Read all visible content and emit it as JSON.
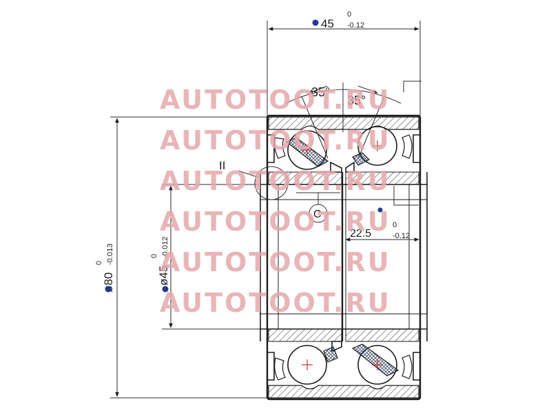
{
  "drawing": {
    "dimensions": {
      "width_outer": {
        "prefix": "45",
        "upper": "0",
        "lower": "0.12"
      },
      "outer_diameter": {
        "prefix": "ø80",
        "upper": "0",
        "lower": "0.013"
      },
      "inner_diameter": {
        "prefix": "ø45",
        "upper": "0",
        "lower": "0.012"
      },
      "half_width": {
        "prefix": "22.5",
        "upper": "0",
        "lower": "0.12"
      }
    },
    "angles": {
      "left": "35°",
      "right": "35°"
    },
    "labels": {
      "detail": "II",
      "datum": "C"
    },
    "colors": {
      "bullet": "#1f3a93",
      "watermark": "#e4a8ac",
      "hatch_fill": "#5a6b8a",
      "center_mark": "#c0392b"
    }
  },
  "watermark": {
    "text": "AUTOTOOT.RU",
    "rows": 6
  }
}
